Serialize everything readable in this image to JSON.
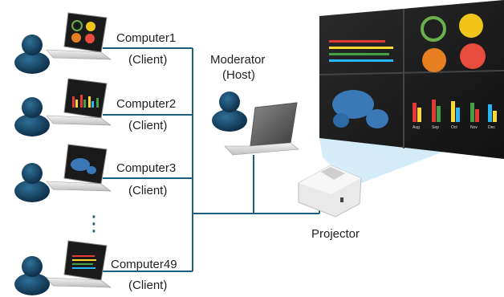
{
  "clients": [
    {
      "name": "Computer1",
      "role": "(Client)",
      "screen": "pie-charts"
    },
    {
      "name": "Computer2",
      "role": "(Client)",
      "screen": "bar-chart"
    },
    {
      "name": "Computer3",
      "role": "(Client)",
      "screen": "world-map"
    },
    {
      "name": "Computer49",
      "role": "(Client)",
      "screen": "color-bars"
    }
  ],
  "ellipsis": "⋮",
  "moderator": {
    "name": "Moderator",
    "role": "(Host)"
  },
  "projector": {
    "label": "Projector"
  },
  "projection": {
    "panels": [
      "color-bars",
      "pie-charts",
      "world-map",
      "bar-chart"
    ],
    "month_labels": [
      "Aug",
      "Sep",
      "Oct",
      "Nov",
      "Dec"
    ]
  },
  "colors": {
    "connector": "#1b5f7a",
    "person": "#0f2f4a",
    "wall": "#1d1d1d",
    "beam": "#bfe3f3"
  }
}
